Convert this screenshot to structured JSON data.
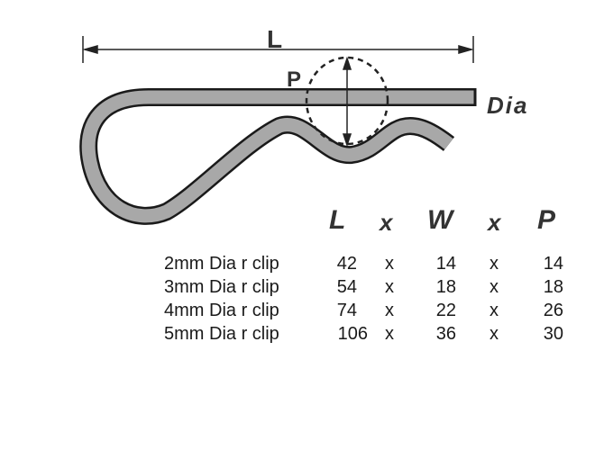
{
  "diagram": {
    "length_label": "L",
    "pitch_label": "P",
    "diameter_label": "Dia",
    "clip_fill_color": "#a8a8a8",
    "outline_color": "#1a1a1a"
  },
  "table": {
    "headers": [
      "L",
      "x",
      "W",
      "x",
      "P"
    ],
    "rows": [
      {
        "label": "2mm Dia r clip",
        "L": "42",
        "W": "14",
        "P": "14",
        "sep": "x"
      },
      {
        "label": "3mm Dia r clip",
        "L": "54",
        "W": "18",
        "P": "18",
        "sep": "x"
      },
      {
        "label": "4mm Dia r clip",
        "L": "74",
        "W": "22",
        "P": "26",
        "sep": "x"
      },
      {
        "label": "5mm Dia r clip",
        "L": "106",
        "W": "36",
        "P": "30",
        "sep": "x"
      }
    ]
  }
}
